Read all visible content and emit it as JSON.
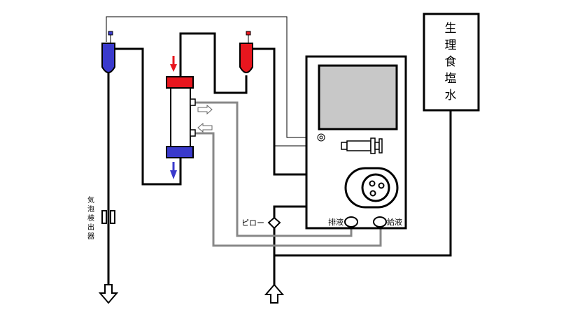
{
  "labels": {
    "saline": [
      "生",
      "理",
      "食",
      "塩",
      "水"
    ],
    "bubble_detector": [
      "気",
      "泡",
      "検",
      "出",
      "器"
    ],
    "pillow": "ピロー",
    "drain": "排液",
    "supply": "給液"
  },
  "colors": {
    "arterial_red": "#e8161e",
    "venous_blue": "#3a3acc",
    "screen_gray": "#c8c8c8",
    "line_black": "#000000",
    "line_gray": "#888888"
  },
  "icons": {
    "inlet": "arrow-up-outline-icon",
    "outlet": "arrow-down-outline-icon"
  }
}
